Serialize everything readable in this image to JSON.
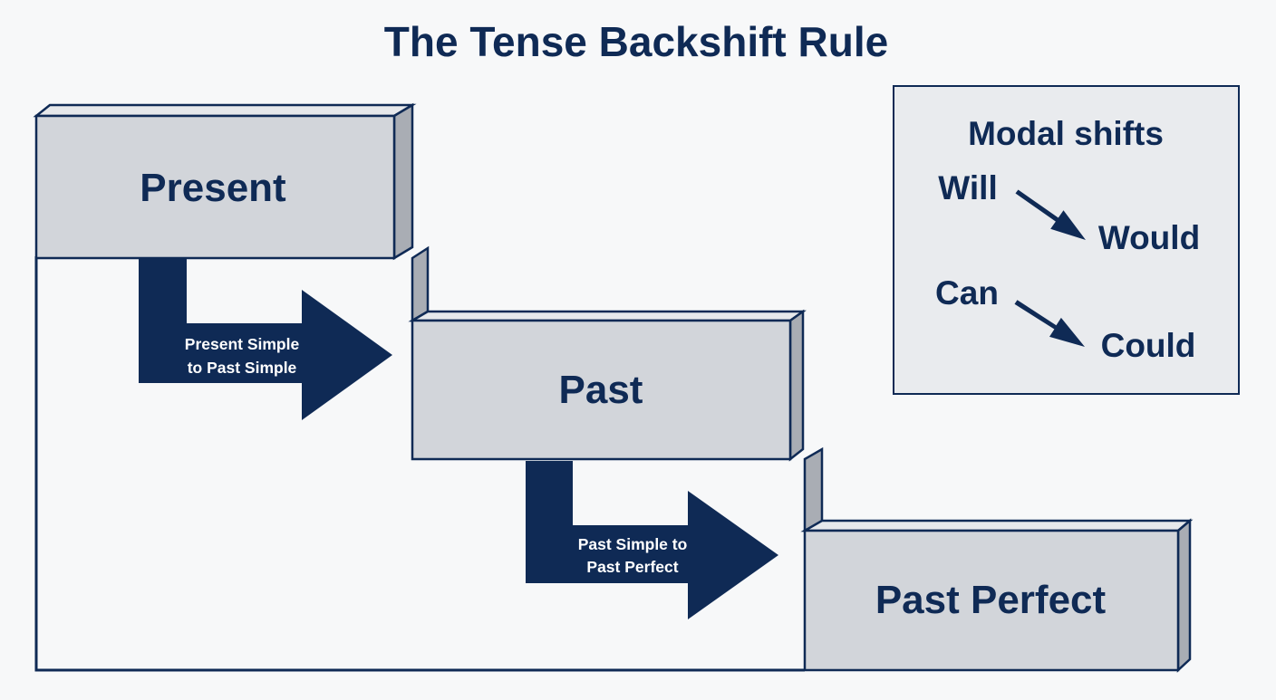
{
  "title": "The Tense Backshift Rule",
  "steps": [
    {
      "label": "Present"
    },
    {
      "label": "Past"
    },
    {
      "label": "Past Perfect"
    }
  ],
  "transitions": [
    {
      "line1": "Present Simple",
      "line2": "to Past Simple"
    },
    {
      "line1": "Past Simple to",
      "line2": "Past Perfect"
    }
  ],
  "modal_box": {
    "title": "Modal shifts",
    "pairs": [
      {
        "from": "Will",
        "to": "Would"
      },
      {
        "from": "Can",
        "to": "Could"
      }
    ]
  },
  "colors": {
    "navy": "#0f2a55",
    "block_face": "#d2d5da",
    "block_side": "#a9adb4",
    "block_top": "#e6e8eb",
    "panel_bg": "#e9ebee",
    "background": "#f7f8f9"
  }
}
